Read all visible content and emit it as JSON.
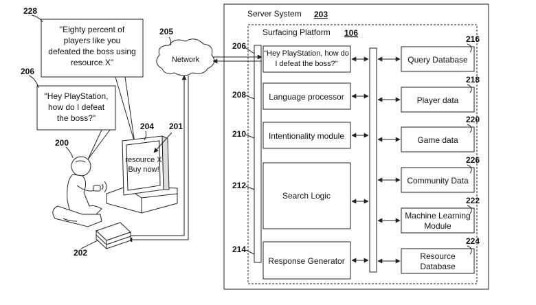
{
  "server_system": {
    "label": "Server System",
    "ref": "203"
  },
  "surfacing_platform": {
    "label": "Surfacing Platform",
    "ref": "106"
  },
  "network": {
    "label": "Network",
    "ref": "205"
  },
  "modules": {
    "query_input": {
      "ref": "206",
      "line1": "\"Hey PlayStation, how do",
      "line2": "I defeat the boss?\""
    },
    "language_processor": {
      "ref": "208",
      "label": "Language processor"
    },
    "intentionality_module": {
      "ref": "210",
      "label": "Intentionality module"
    },
    "search_logic": {
      "ref": "212",
      "label": "Search Logic"
    },
    "response_generator": {
      "ref": "214",
      "label": "Response Generator"
    }
  },
  "databases": {
    "query_database": {
      "ref": "216",
      "label": "Query Database"
    },
    "player_data": {
      "ref": "218",
      "label": "Player data"
    },
    "game_data": {
      "ref": "220",
      "label": "Game data"
    },
    "community_data": {
      "ref": "226",
      "label": "Community Data"
    },
    "machine_learning": {
      "ref": "222",
      "line1": "Machine Learning",
      "line2": "Module"
    },
    "resource_database": {
      "ref": "224",
      "line1": "Resource",
      "line2": "Database"
    }
  },
  "speech": {
    "response": {
      "ref": "228",
      "lines": [
        "\"Eighty percent of",
        "players like you",
        "defeated the boss using",
        "resource X\""
      ]
    },
    "question": {
      "ref": "206",
      "lines": [
        "\"Hey PlayStation,",
        "how do I defeat",
        "the boss?\""
      ]
    }
  },
  "scene": {
    "user_ref": "200",
    "display_ref": "204",
    "screen_ref": "201",
    "console_ref": "202",
    "screen_line1": "resource X",
    "screen_line2": "Buy now!"
  }
}
